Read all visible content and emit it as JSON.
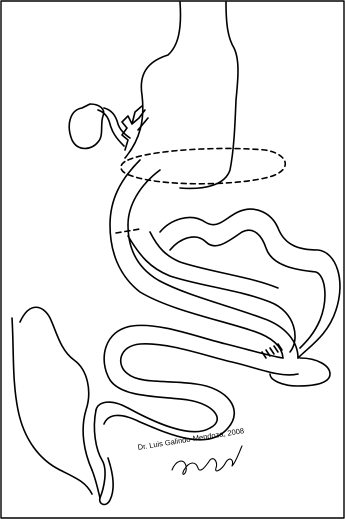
{
  "illustration": {
    "subject": "surgical anatomy line drawing",
    "line_color": "#000000",
    "background_color": "#ffffff"
  },
  "credit": {
    "author": "Dr. Luis Galindo-Mendoza",
    "year": "2008",
    "signature": "Luis Galindo"
  }
}
